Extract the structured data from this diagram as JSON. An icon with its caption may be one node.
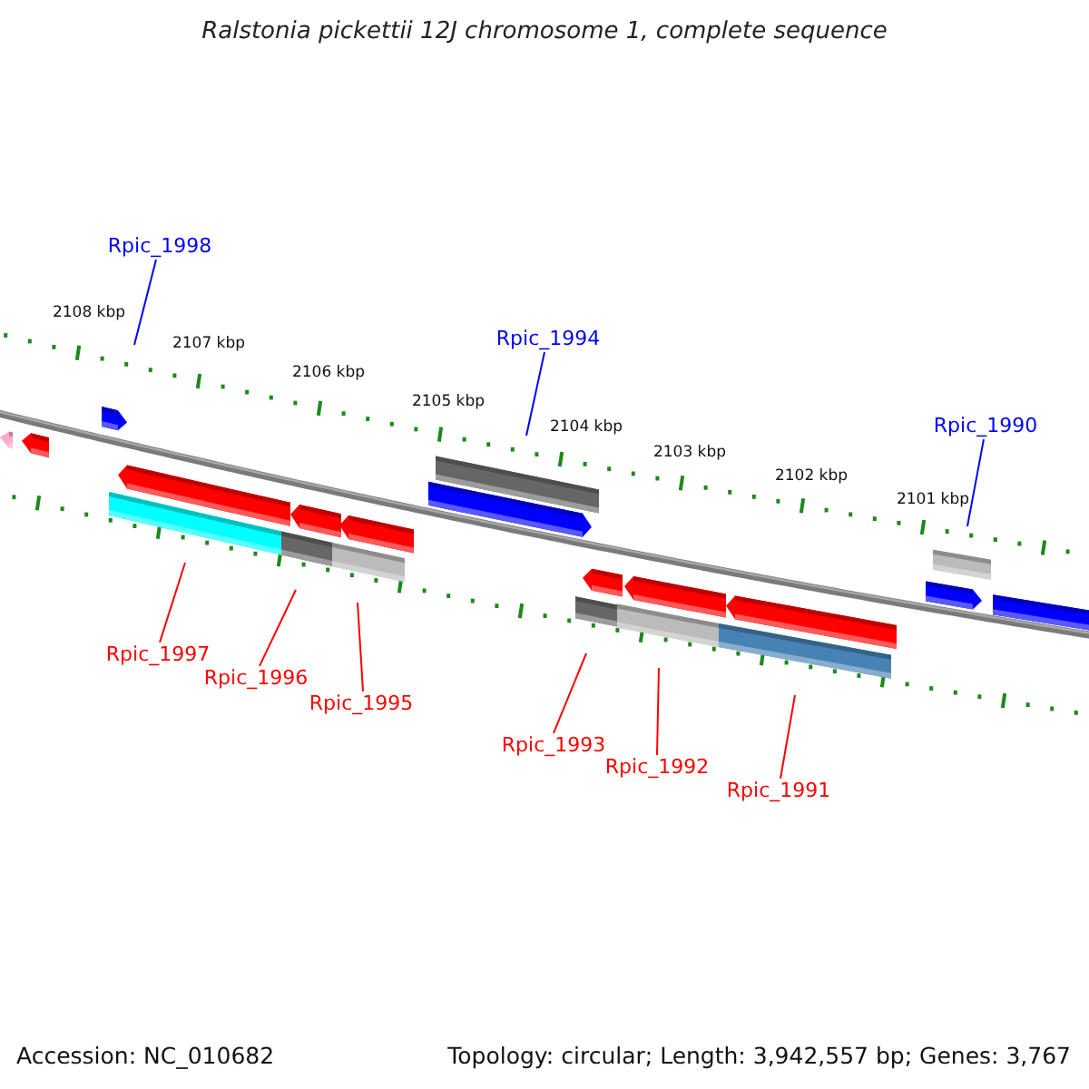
{
  "diagram": {
    "title": "Ralstonia pickettii 12J chromosome 1, complete sequence",
    "nodes": [
      {
        "text": [
          "Rpic_1998"
        ]
      },
      {
        "text": [
          "Rpic_1994"
        ]
      },
      {
        "text": [
          "Rpic_1990"
        ]
      },
      {
        "text": [
          "Rpic_1997"
        ]
      },
      {
        "text": [
          "Rpic_1996"
        ]
      },
      {
        "text": [
          "Rpic_1995"
        ]
      },
      {
        "text": [
          "Rpic_1993"
        ]
      },
      {
        "text": [
          "Rpic_1992"
        ]
      },
      {
        "text": [
          "Rpic_1991"
        ]
      }
    ],
    "edges": [
      {
        "from": 0,
        "to": null,
        "arrow": "none",
        "color": "#0000ff"
      },
      {
        "from": 1,
        "to": null,
        "arrow": "none",
        "color": "#0000ff"
      },
      {
        "from": 2,
        "to": null,
        "arrow": "none",
        "color": "#0000ff"
      },
      {
        "from": 3,
        "to": null,
        "arrow": "none"
      },
      {
        "from": 4,
        "to": null,
        "arrow": "none"
      },
      {
        "from": 5,
        "to": null,
        "arrow": "none"
      },
      {
        "from": 6,
        "to": null,
        "arrow": "none"
      },
      {
        "from": 7,
        "to": null,
        "arrow": "none"
      },
      {
        "from": 8,
        "to": null,
        "arrow": "none"
      }
    ],
    "labels": [
      "2108 kbp",
      "2107 kbp",
      "2106 kbp",
      "2105 kbp",
      "2104 kbp",
      "2103 kbp",
      "2102 kbp",
      "2101 kbp",
      "Accession: NC_010682",
      "Topology: circular; Length: 3,942,557 bp; Genes: 3,767"
    ]
  }
}
